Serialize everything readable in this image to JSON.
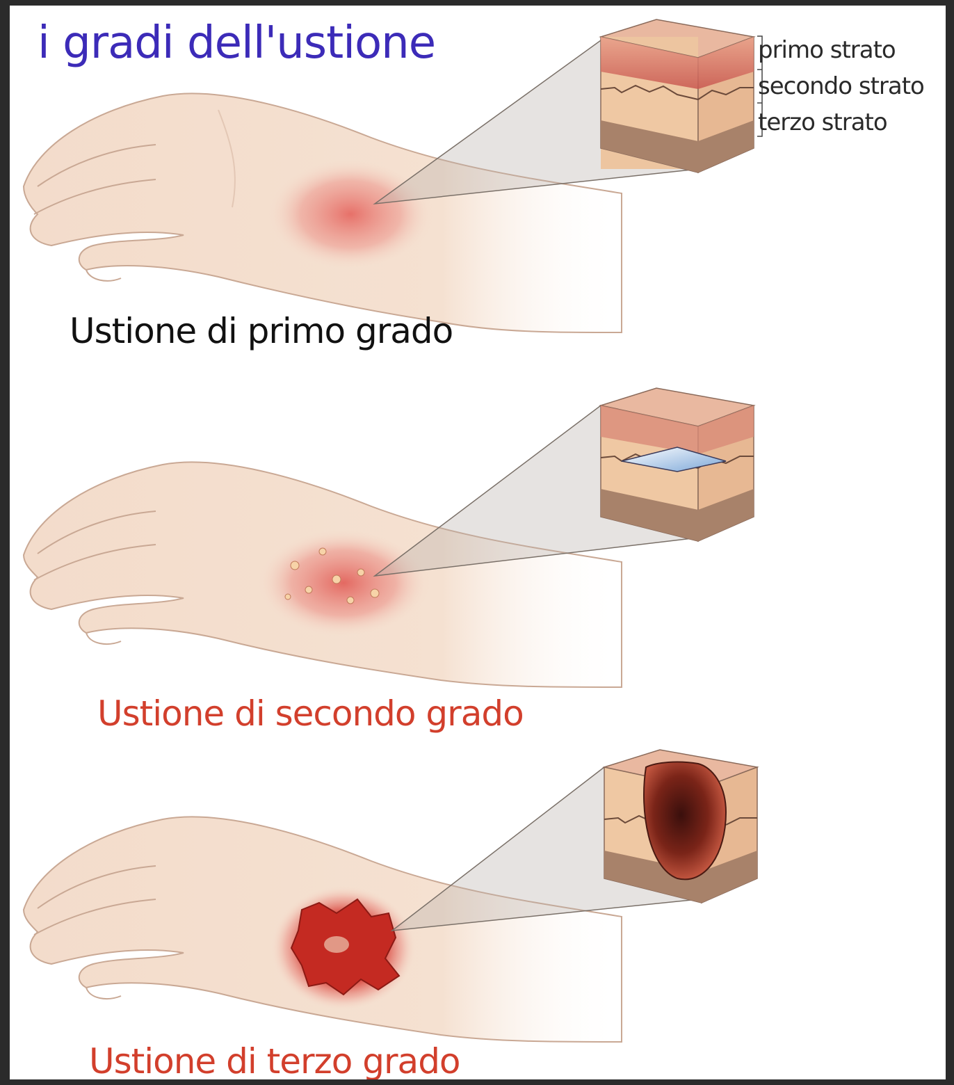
{
  "title": "i gradi dell'ustione",
  "layers": {
    "first": "primo strato",
    "second": "secondo strato",
    "third": "terzo strato"
  },
  "captions": {
    "first_degree": "Ustione di primo grado",
    "second_degree": "Ustione di secondo grado",
    "third_degree": "Ustione di terzo grado"
  },
  "colors": {
    "title": "#3c2bb8",
    "caption_black": "#111111",
    "caption_red": "#d23f2c",
    "skin": "#f6e2d2",
    "burn": "#e0574f"
  }
}
